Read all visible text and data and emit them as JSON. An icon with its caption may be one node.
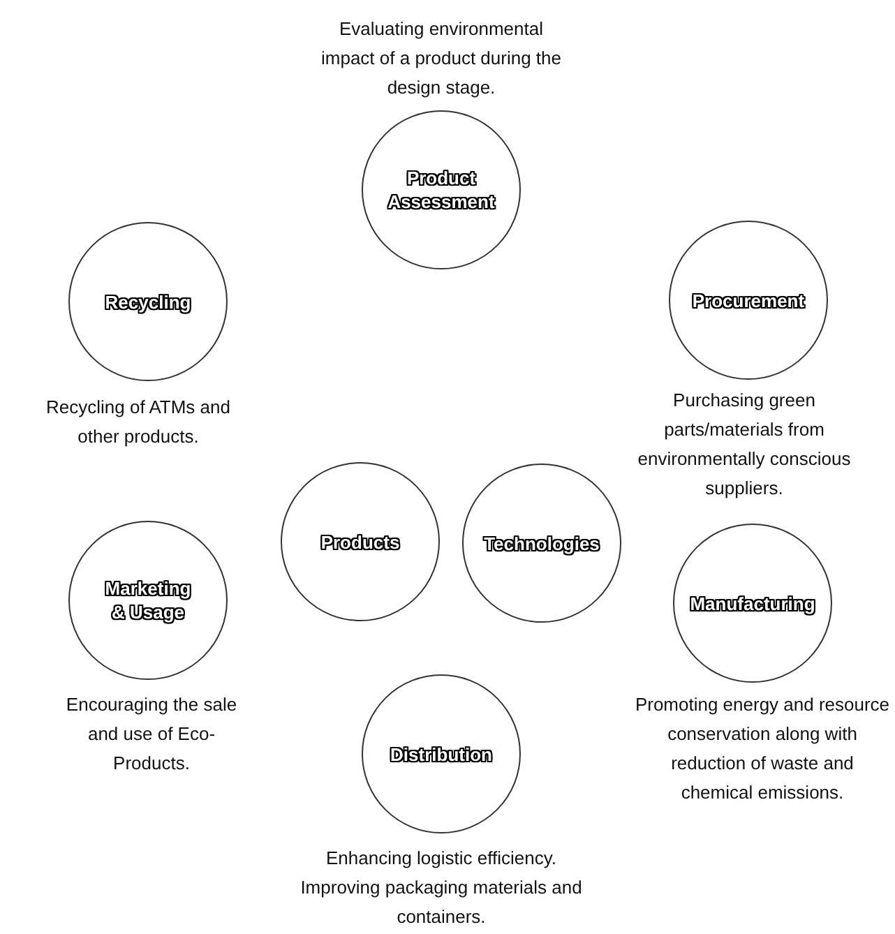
{
  "diagram": {
    "nodes": [
      {
        "text": [
          "Product Assessment"
        ],
        "beside": [
          "Evaluating environmental impact of a product during the design stage."
        ]
      },
      {
        "text": [
          "Recycling"
        ],
        "beside": [
          "Recycling of ATMs and other products."
        ]
      },
      {
        "text": [
          "Procurement"
        ],
        "beside": [
          "Purchasing green parts/materials from environmentally conscious suppliers."
        ]
      },
      {
        "text": [
          "Products"
        ]
      },
      {
        "text": [
          "Technologies"
        ]
      },
      {
        "text": [
          "Marketing & Usage"
        ],
        "beside": [
          "Encouraging the sale and use of Eco-Products."
        ]
      },
      {
        "text": [
          "Manufacturing"
        ],
        "beside": [
          "Promoting energy and resource conservation along with reduction of waste and chemical emissions."
        ]
      },
      {
        "text": [
          "Distribution"
        ],
        "beside": [
          "Enhancing logistic efficiency. Improving packaging materials and containers."
        ]
      }
    ]
  }
}
